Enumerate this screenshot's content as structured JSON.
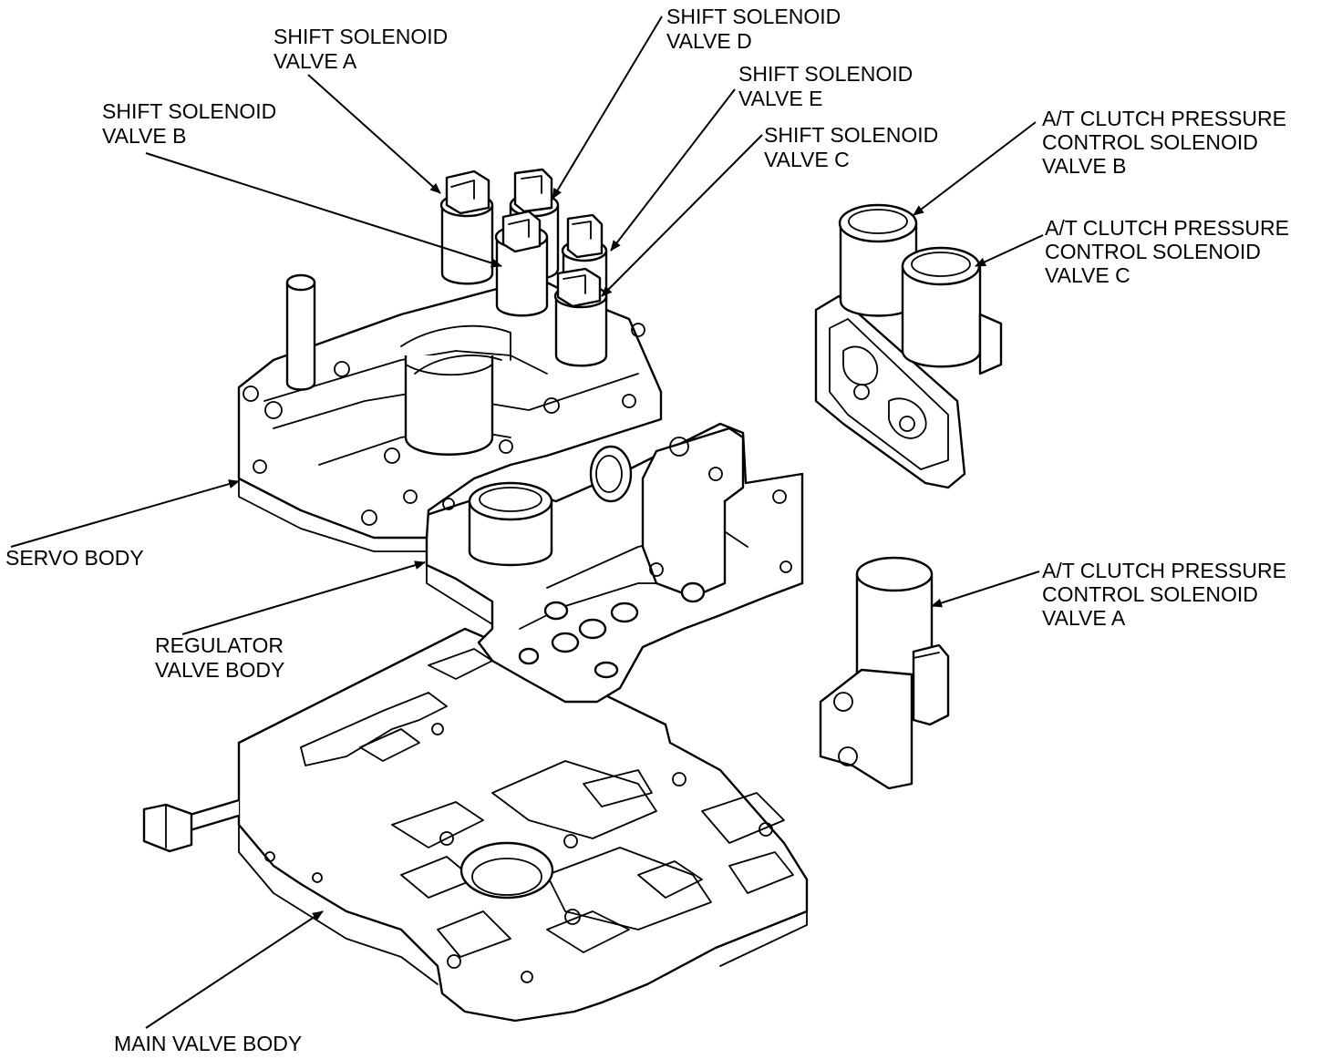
{
  "labels": {
    "shift_a": [
      "SHIFT SOLENOID",
      "VALVE A"
    ],
    "shift_b": [
      "SHIFT SOLENOID",
      "VALVE B"
    ],
    "shift_c": [
      "SHIFT SOLENOID",
      "VALVE C"
    ],
    "shift_d": [
      "SHIFT SOLENOID",
      "VALVE D"
    ],
    "shift_e": [
      "SHIFT SOLENOID",
      "VALVE E"
    ],
    "atc_a": [
      "A/T CLUTCH PRESSURE",
      "CONTROL SOLENOID",
      "VALVE A"
    ],
    "atc_b": [
      "A/T CLUTCH PRESSURE",
      "CONTROL SOLENOID",
      "VALVE B"
    ],
    "atc_c": [
      "A/T CLUTCH PRESSURE",
      "CONTROL SOLENOID",
      "VALVE C"
    ],
    "servo_body": [
      "SERVO BODY"
    ],
    "regulator_body": [
      "REGULATOR",
      "VALVE BODY"
    ],
    "main_body": [
      "MAIN VALVE BODY"
    ]
  },
  "colors": {
    "ink": "#000000",
    "paper": "#ffffff"
  }
}
